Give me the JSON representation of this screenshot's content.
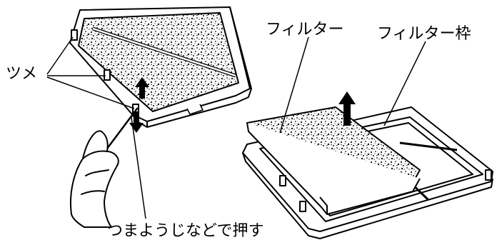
{
  "labels": {
    "latch": "ツメ",
    "filter": "フィルター",
    "filter_frame": "フィルター枠",
    "push_with": "つまようじなどで押す"
  }
}
